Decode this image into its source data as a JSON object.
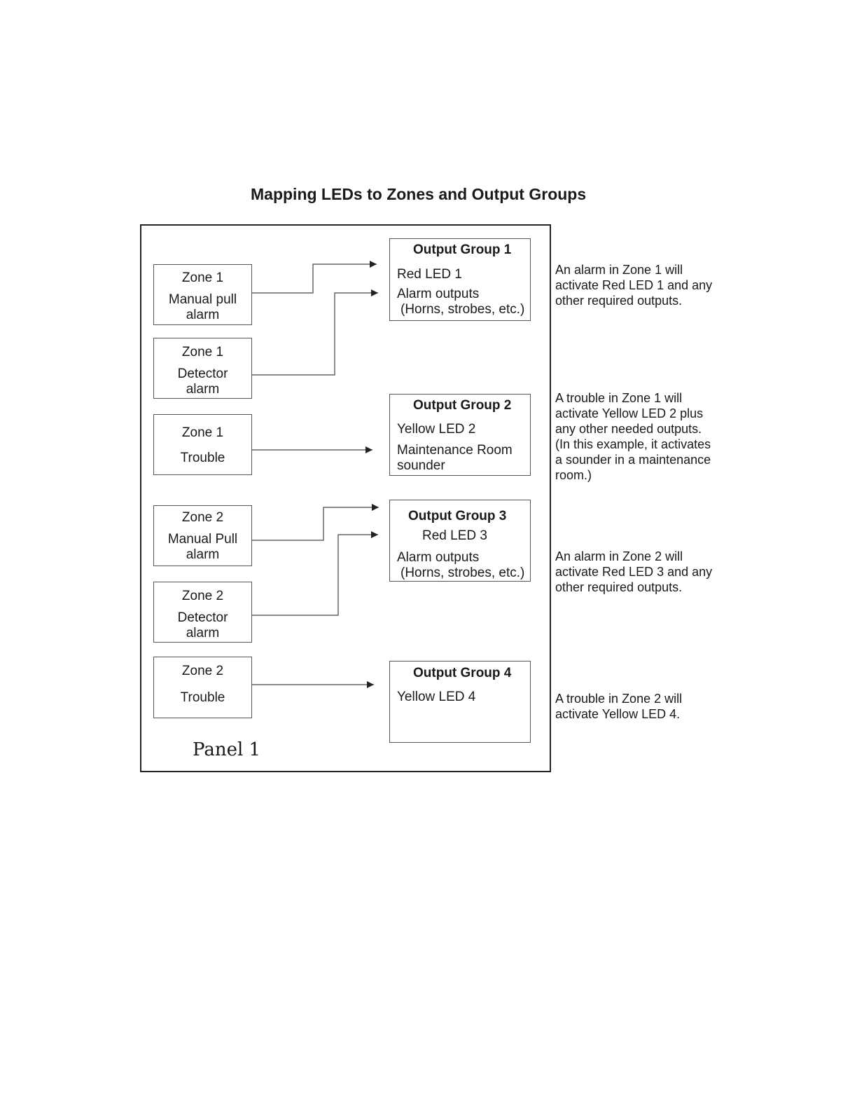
{
  "title": "Mapping LEDs to Zones and Output Groups",
  "panel_label": "Panel 1",
  "zones": [
    {
      "zone": "Zone 1",
      "line1": "Manual pull",
      "line2": "alarm"
    },
    {
      "zone": "Zone 1",
      "line1": "Detector",
      "line2": "alarm"
    },
    {
      "zone": "Zone 1",
      "line1": "Trouble",
      "line2": ""
    },
    {
      "zone": "Zone 2",
      "line1": "Manual Pull",
      "line2": "alarm"
    },
    {
      "zone": "Zone 2",
      "line1": "Detector",
      "line2": "alarm"
    },
    {
      "zone": "Zone 2",
      "line1": "Trouble",
      "line2": ""
    }
  ],
  "output_groups": [
    {
      "title": "Output Group 1",
      "lines": [
        "Red LED 1",
        "Alarm outputs",
        "(Horns, strobes, etc.)"
      ]
    },
    {
      "title": "Output Group 2",
      "lines": [
        "Yellow LED 2",
        "Maintenance Room",
        "sounder"
      ]
    },
    {
      "title": "Output Group 3",
      "lines": [
        "Red LED 3",
        "Alarm outputs",
        "(Horns, strobes, etc.)"
      ]
    },
    {
      "title": "Output Group 4",
      "lines": [
        "Yellow LED 4"
      ]
    }
  ],
  "notes": [
    [
      "An alarm in Zone 1 will",
      "activate Red LED 1 and any",
      "other required outputs."
    ],
    [
      "A trouble in Zone 1 will",
      "activate Yellow LED 2 plus",
      "any other needed outputs.",
      "(In this example, it activates",
      "a sounder in a maintenance",
      "room.)"
    ],
    [
      "An alarm in Zone 2 will",
      "activate Red LED 3 and any",
      "other required outputs."
    ],
    [
      "A trouble in Zone 2 will",
      "activate Yellow LED 4."
    ]
  ]
}
